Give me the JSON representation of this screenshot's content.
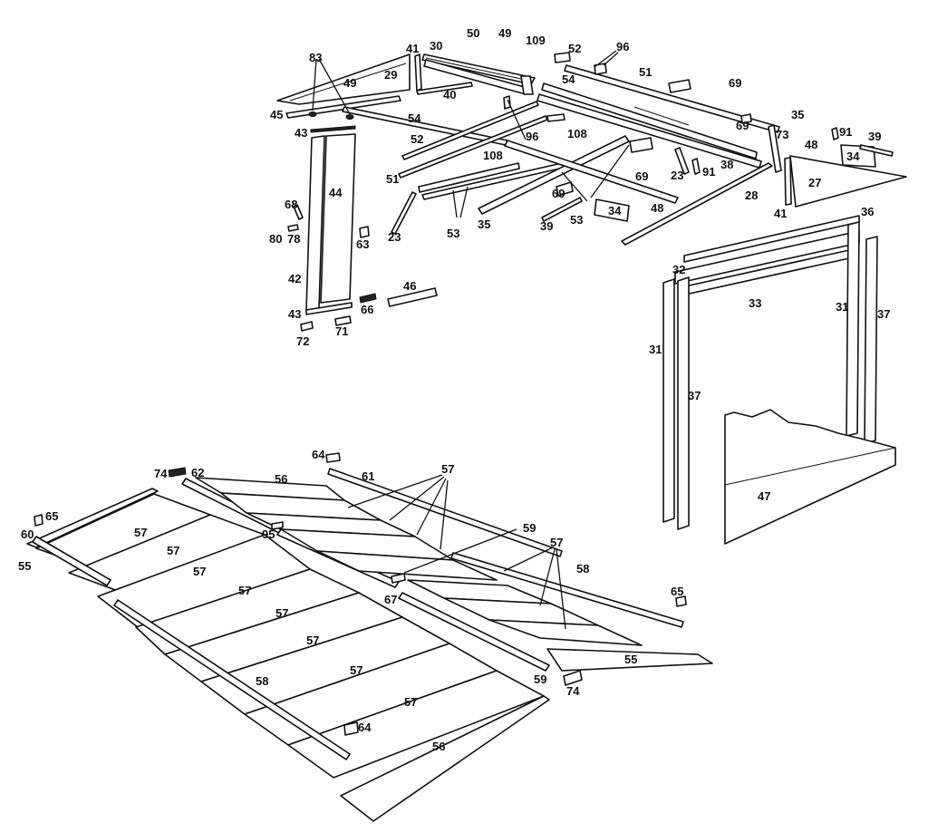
{
  "diagram": {
    "labels": {
      "l1": "41",
      "l2": "30",
      "l3": "50",
      "l4": "49",
      "l5": "109",
      "l6": "52",
      "l7": "96",
      "l8": "51",
      "l9": "69",
      "l10": "83",
      "l11": "29",
      "l12": "49",
      "l13": "40",
      "l14": "54",
      "l15": "45",
      "l16": "54",
      "l17": "35",
      "l18": "69",
      "l19": "73",
      "l20": "91",
      "l21": "39",
      "l22": "43",
      "l23": "96",
      "l24": "108",
      "l25": "48",
      "l26": "34",
      "l27": "52",
      "l28": "108",
      "l29": "69",
      "l30": "23",
      "l31": "91",
      "l32": "38",
      "l33": "27",
      "l34": "51",
      "l35": "44",
      "l36": "28",
      "l37": "41",
      "l38": "36",
      "l39": "68",
      "l40": "69",
      "l41": "34",
      "l42": "48",
      "l43": "80",
      "l44": "78",
      "l45": "63",
      "l46": "23",
      "l47": "53",
      "l48": "35",
      "l49": "39",
      "l50": "53",
      "l51": "32",
      "l52": "42",
      "l53": "46",
      "l54": "33",
      "l55": "31",
      "l56": "37",
      "l57": "43",
      "l58": "66",
      "l59": "72",
      "l60": "71",
      "l61": "31",
      "l62": "37",
      "l63": "47",
      "l64": "64",
      "l65": "57",
      "l66": "74",
      "l67": "62",
      "l68": "56",
      "l69": "61",
      "l70": "65",
      "l71": "60",
      "l72": "57",
      "l73": "59",
      "l74": "95",
      "l75": "55",
      "l76": "57",
      "l77": "57",
      "l78": "58",
      "l79": "57",
      "l80": "67",
      "l81": "65",
      "l82": "57",
      "l83": "57",
      "l84": "55",
      "l85": "57",
      "l86": "59",
      "l87": "74",
      "l88": "57",
      "l89": "58",
      "l90": "64",
      "l91": "57",
      "l92": "56"
    }
  }
}
